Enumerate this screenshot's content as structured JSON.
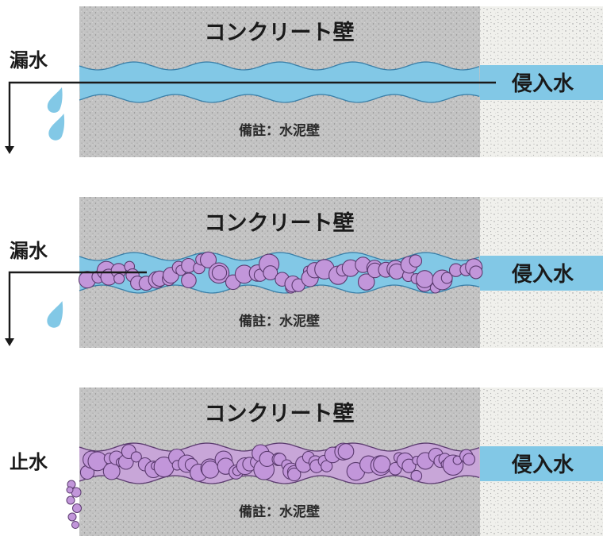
{
  "panels": [
    {
      "state": "leaking",
      "wall_label": "コンクリート壁",
      "left_label": "漏水",
      "water_label": "侵入水",
      "note_label": "備註：水泥壁",
      "crack_fill": "water"
    },
    {
      "state": "partially-filled",
      "wall_label": "コンクリート壁",
      "left_label": "漏水",
      "water_label": "侵入水",
      "note_label": "備註：水泥壁",
      "crack_fill": "beads-with-water"
    },
    {
      "state": "sealed",
      "wall_label": "コンクリート壁",
      "left_label": "止水",
      "water_label": "侵入水",
      "note_label": "備註：水泥壁",
      "crack_fill": "grout"
    }
  ],
  "colors": {
    "concrete": "#c3c3c3",
    "soil": "#eeeeea",
    "water": "#82c8e6",
    "grout": "#c8a6d8",
    "bead": "#c296da",
    "bead_outline": "#5a3a6e"
  }
}
